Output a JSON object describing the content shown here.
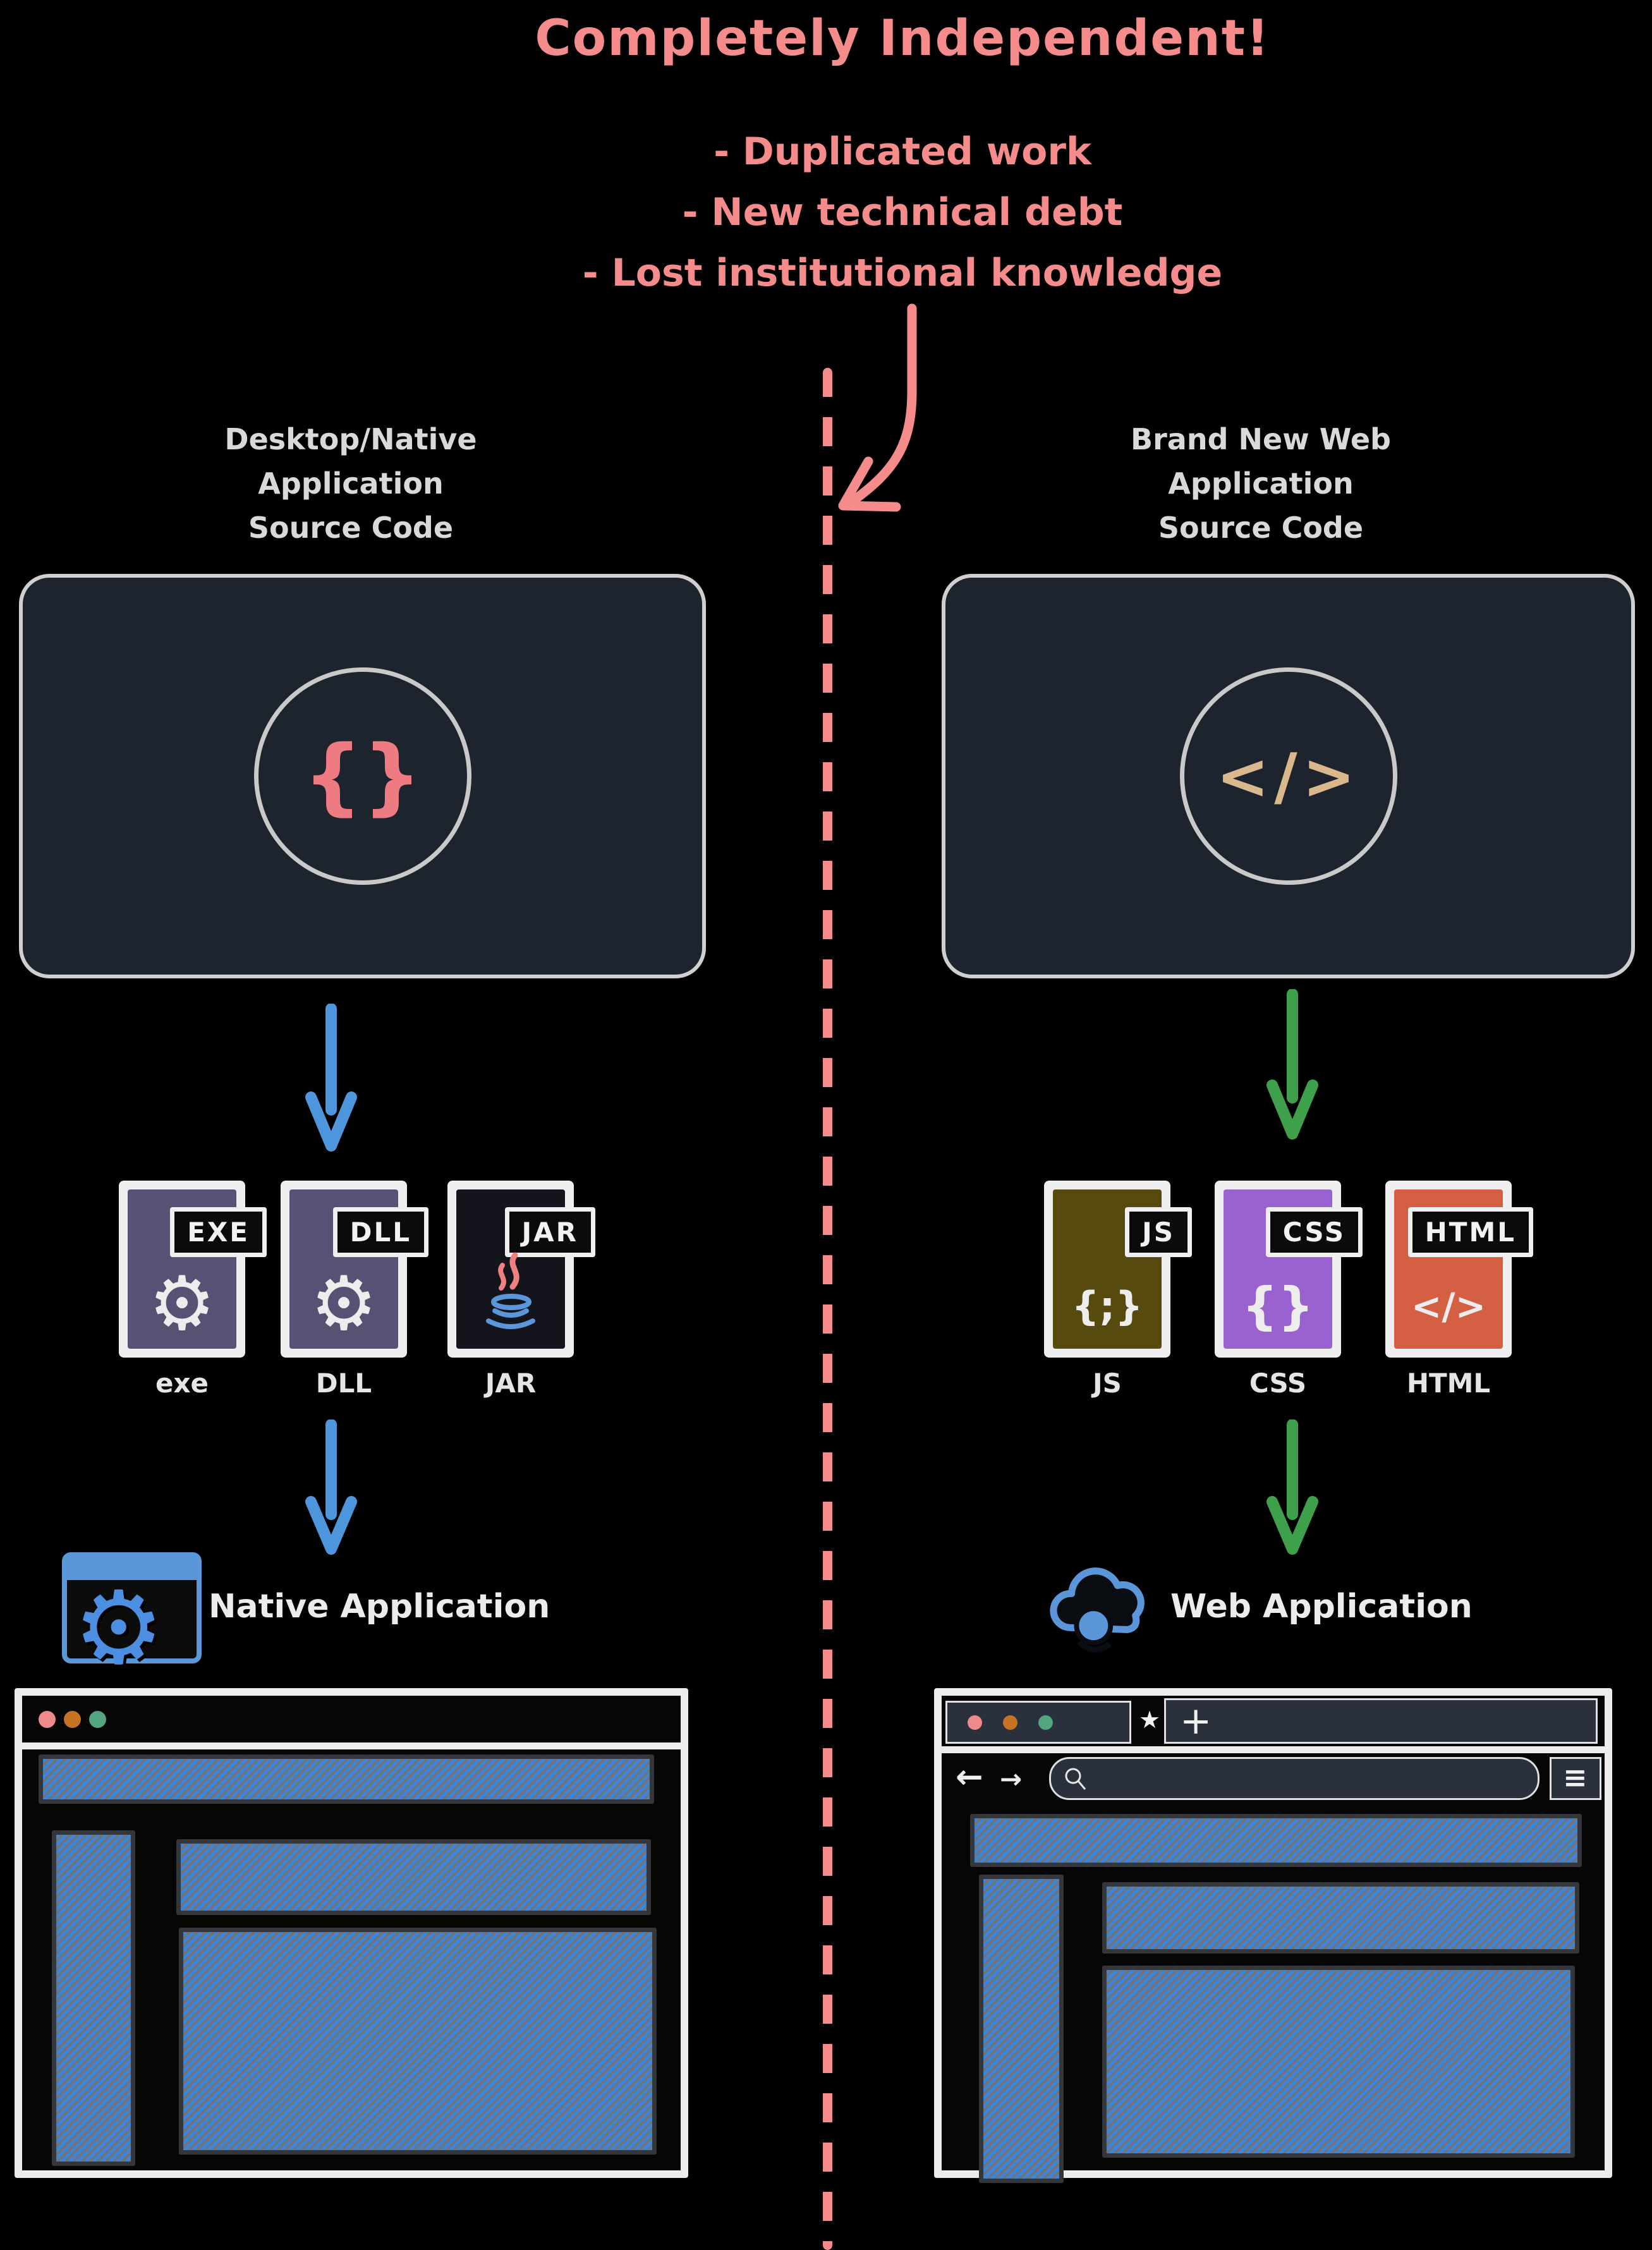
{
  "title": "Completely Independent!",
  "bullets": {
    "b1": "- Duplicated work",
    "b2": "- New technical debt",
    "b3": "- Lost institutional knowledge"
  },
  "left": {
    "label": {
      "l1": "Desktop/Native",
      "l2": "Application",
      "l3": "Source Code"
    },
    "box_symbol": "{}",
    "files": [
      {
        "badge": "EXE",
        "caption": "exe",
        "glyph": "⚙"
      },
      {
        "badge": "DLL",
        "caption": "DLL",
        "glyph": "⚙"
      },
      {
        "badge": "JAR",
        "caption": "JAR"
      }
    ],
    "app_label": "Native Application"
  },
  "right": {
    "label": {
      "l1": "Brand New Web",
      "l2": "Application",
      "l3": "Source Code"
    },
    "box_symbol": "</>",
    "files": [
      {
        "badge": "JS",
        "caption": "JS",
        "glyph": "{;}"
      },
      {
        "badge": "CSS",
        "caption": "CSS",
        "glyph": "{}"
      },
      {
        "badge": "HTML",
        "caption": "HTML",
        "glyph": "</>"
      }
    ],
    "app_label": "Web Application"
  },
  "browser_right": {
    "new_tab_label": "+",
    "back_label": "←",
    "forward_label": "→",
    "menu_label": "≡",
    "bookmark_label": "★"
  },
  "colors": {
    "pink": "#f58b8b",
    "blue_arrow": "#4e96dc",
    "green_arrow": "#3fa04b",
    "box_bg": "#1e242e",
    "exe_dll": "#575174",
    "jar": "#14141c",
    "js": "#564a0e",
    "css": "#9a62d0",
    "html": "#d55f43",
    "hatch_blue": "#3d85d8",
    "dot_red": "#ef8a8a",
    "dot_orange": "#c67423",
    "dot_green": "#52a57f",
    "icon_blue": "#5b96d8",
    "code_tan": "#d9b98c"
  }
}
